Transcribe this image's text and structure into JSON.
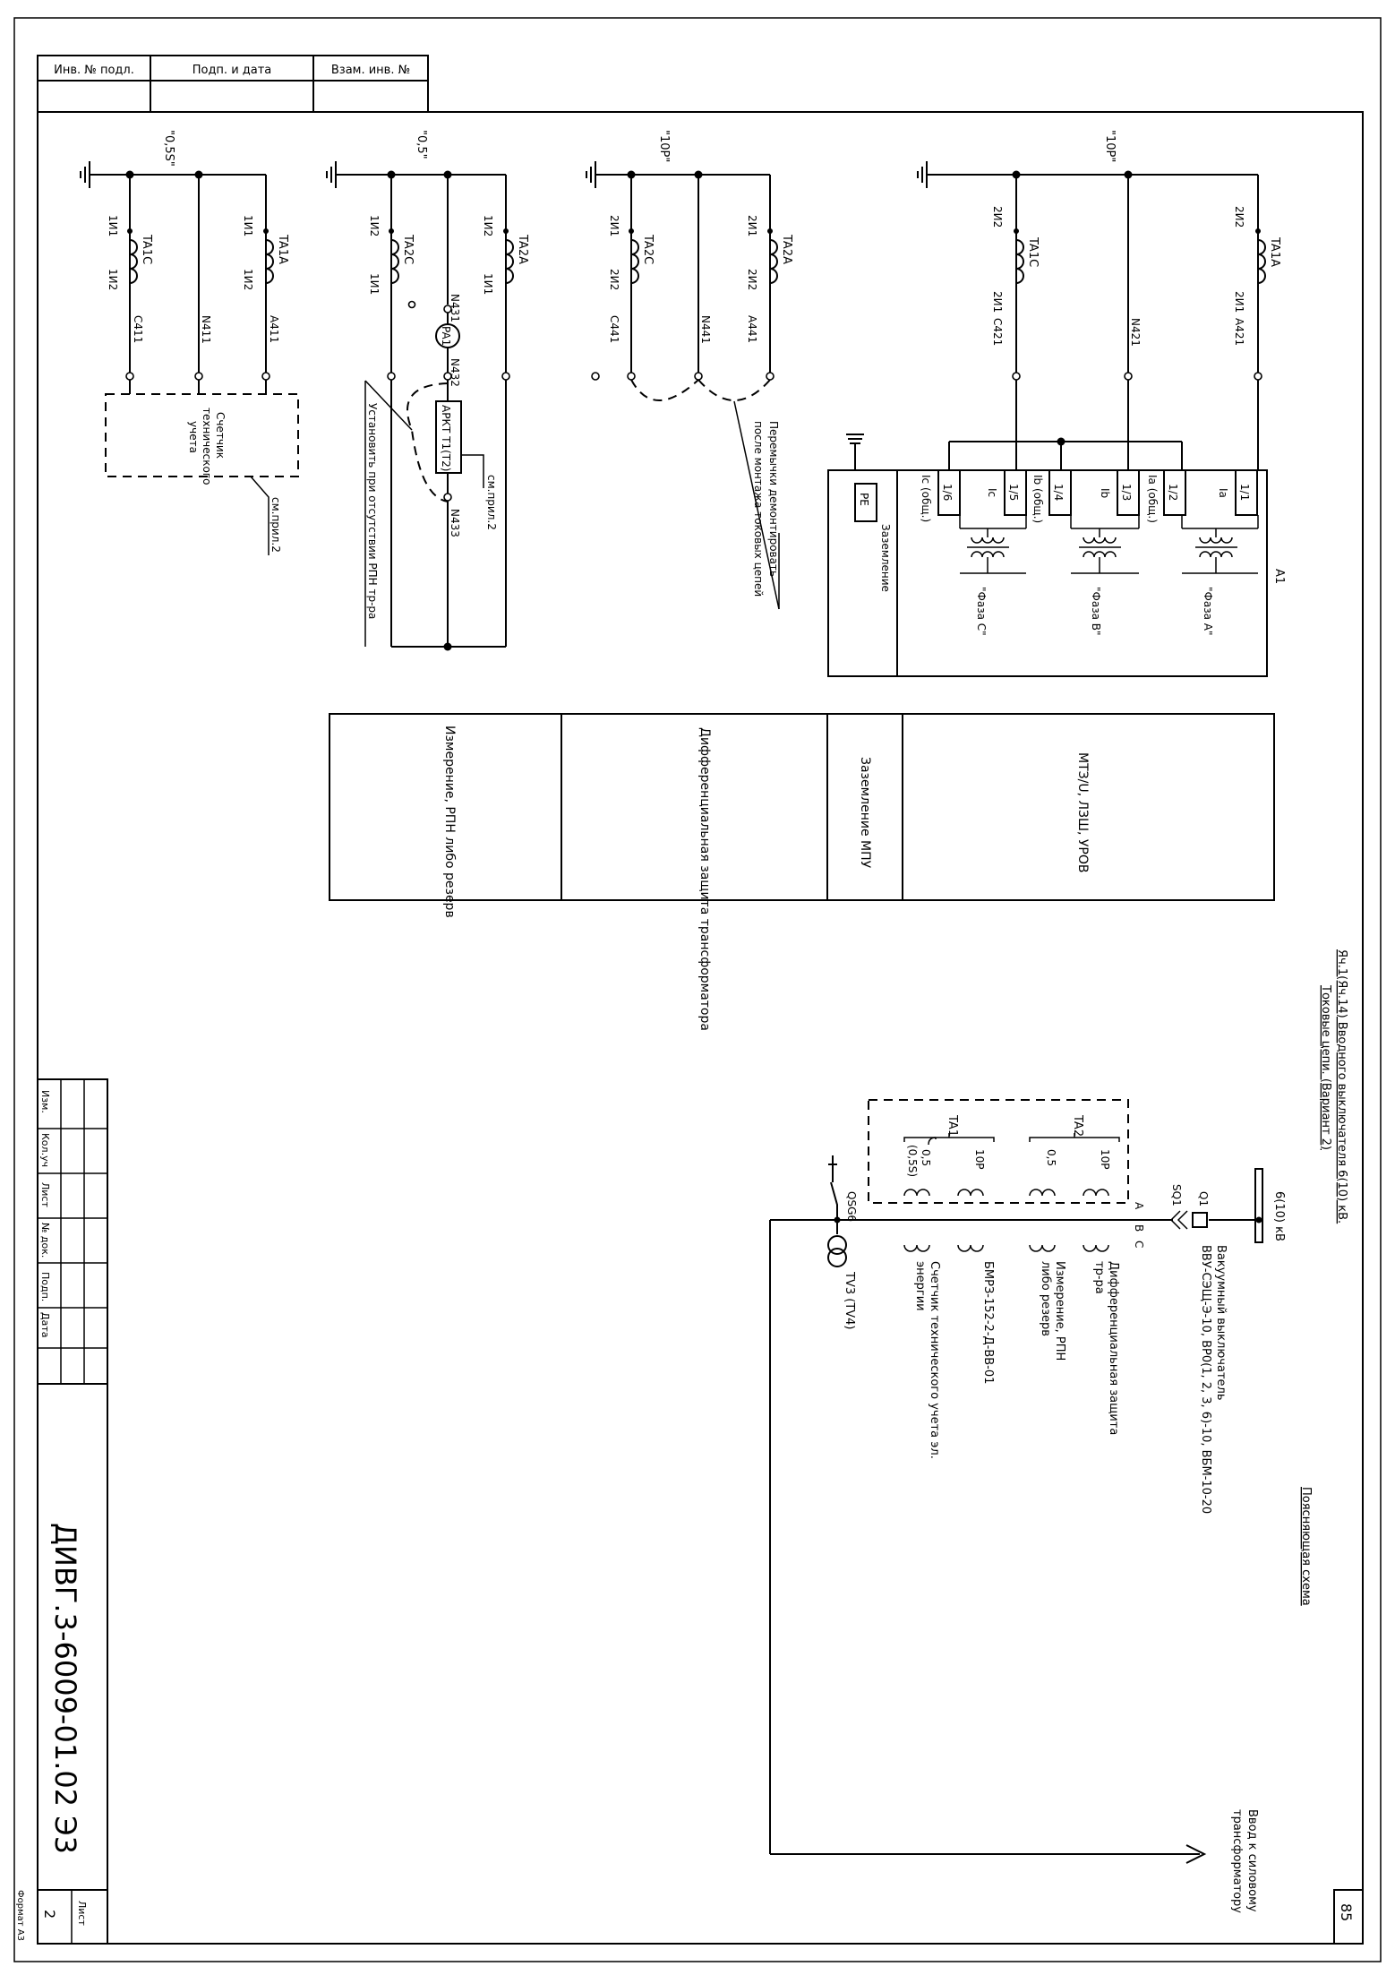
{
  "stamp": {
    "col1": "Инв. № подл.",
    "col2": "Подп. и дата",
    "col3": "Взам. инв. №"
  },
  "title": {
    "line1": "Яч.1(Яч.14) Вводного выключателя 6(10) кВ.",
    "line2": "Токовые цепи. (Вариант 2)"
  },
  "explain_title": "Поясняющая схема",
  "sheet_number": "85",
  "doc_code": "ДИВГ.3-6009-01.02 Э3",
  "sheet_label": "Лист",
  "sheet_value": "2",
  "format_label": "Формат А3",
  "rev_headers": [
    "Изм.",
    "Кол.уч",
    "Лист",
    "№ док.",
    "Подп.",
    "Дата"
  ],
  "circuits": {
    "c1": {
      "class": "\"10Р\"",
      "ta_a": "TA1A",
      "ta_c": "TA1C",
      "top_a": "2И2",
      "bot_a": "2И1",
      "top_c": "2И2",
      "bot_c": "2И1",
      "wire_a": "A421",
      "wire_n": "N421",
      "wire_c": "C421"
    },
    "c2": {
      "class": "\"10Р\"",
      "ta_a": "TA2A",
      "ta_c": "TA2C",
      "top_a": "2И1",
      "bot_a": "2И2",
      "top_c": "2И1",
      "bot_c": "2И2",
      "wire_a": "A441",
      "wire_n": "N441",
      "wire_c": "C441",
      "note1": "Перемычки демонтировать",
      "note2": "после монтажа токовых цепей"
    },
    "c3": {
      "class": "\"0,5\"",
      "ta_a": "TA2A",
      "ta_c": "TA2C",
      "top_a": "1И2",
      "bot_a": "1И1",
      "top_c": "1И2",
      "bot_c": "1И1",
      "n31": "N431",
      "n32": "N432",
      "n33": "N433",
      "pa": "PA1",
      "arkt": "АРКТ Т1(Т2)",
      "ref": "см.прил.2",
      "note": "Установить при отсутствии РПН тр-ра"
    },
    "c4": {
      "class": "\"0,5S\"",
      "ta_a": "TA1A",
      "ta_c": "TA1C",
      "top_a": "1И1",
      "bot_a": "1И2",
      "top_c": "1И1",
      "bot_c": "1И2",
      "wire_a": "A411",
      "wire_n": "N411",
      "wire_c": "C411",
      "meter": [
        "Счетчик",
        "технического",
        "учета"
      ],
      "ref": "см.прил.2"
    }
  },
  "a1": {
    "label": "A1",
    "terminals": [
      "1/1",
      "1/2",
      "1/3",
      "1/4",
      "1/5",
      "1/6"
    ],
    "signals": [
      "Ia",
      "Ia (общ.)",
      "Ib",
      "Ib (общ.)",
      "Ic",
      "Ic (общ.)"
    ],
    "phases": [
      "\"Фаза А\"",
      "\"Фаза В\"",
      "\"Фаза С\""
    ],
    "pe": "PE",
    "ground": "Заземление"
  },
  "purpose": [
    "МТЗ/U, ЛЗШ, УРОВ",
    "Заземление МПУ",
    "Дифференциальная защита трансформатора",
    "Измерение, РПН либо резерв"
  ],
  "oneline": {
    "bus": "6(10) кВ",
    "q1": "Q1",
    "sq1": "SQ1",
    "breaker": "Вакуумный выключатель",
    "breaker_types": "ВВУ-СЭЩ-Э-10, ВР0(1, 2, 3, 6)-10, ВБМ-10-20",
    "input": "Ввод к силовому",
    "input2": "трансформатору",
    "ta1": "TA1",
    "ta2": "TA2",
    "cls_055s": "0,5",
    "cls_055s_b": "(0,5S)",
    "cls_10p": "10Р",
    "cls_05": "0,5",
    "cls_10p2": "10Р",
    "phase_a": "A",
    "phase_b": "B",
    "phase_c": "C",
    "qsg": "QSG6",
    "tv": "TV3 (TV4)",
    "w1": "Дифференциальная защита",
    "w1b": "тр-ра",
    "w2": "Измерение, РПН",
    "w2b": "либо резерв",
    "w3": "БМРЗ-152-2-Д-ВВ-01",
    "w4": "Счетчик технического учета эл.",
    "w4b": "энергии"
  }
}
